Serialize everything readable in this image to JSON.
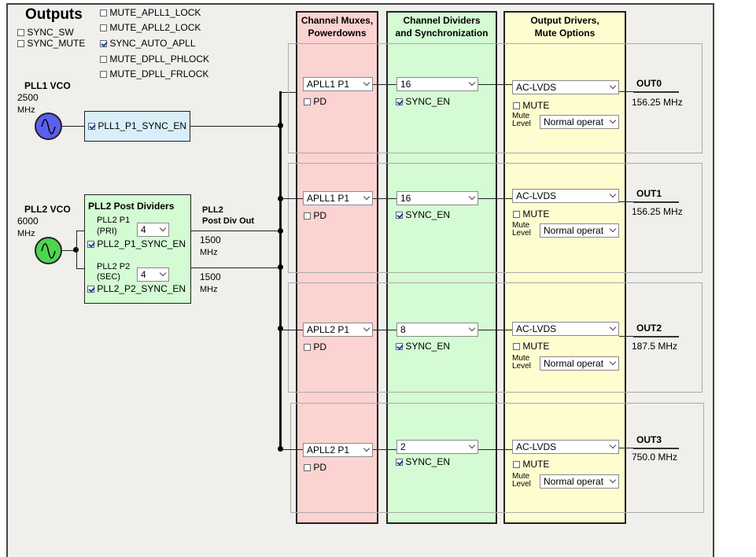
{
  "outputs_title": "Outputs",
  "top_checks": [
    {
      "label": "SYNC_SW",
      "checked": false
    },
    {
      "label": "SYNC_MUTE",
      "checked": false
    }
  ],
  "lock_checks": [
    {
      "label": "MUTE_APLL1_LOCK",
      "checked": false
    },
    {
      "label": "MUTE_APLL2_LOCK",
      "checked": false
    },
    {
      "label": "SYNC_AUTO_APLL",
      "checked": true
    },
    {
      "label": "MUTE_DPLL_PHLOCK",
      "checked": false
    },
    {
      "label": "MUTE_DPLL_FRLOCK",
      "checked": false
    }
  ],
  "pll1": {
    "title": "PLL1 VCO",
    "freq": "2500",
    "unit": "MHz",
    "sync_label": "PLL1_P1_SYNC_EN",
    "sync_checked": true
  },
  "pll2": {
    "title": "PLL2 VCO",
    "freq": "6000",
    "unit": "MHz",
    "post_div_title": "PLL2 Post Dividers",
    "p1_label_line1": "PLL2 P1",
    "p1_label_line2": "(PRI)",
    "p1_value": "4",
    "p1_sync": "PLL2_P1_SYNC_EN",
    "p1_sync_checked": true,
    "p2_label_line1": "PLL2 P2",
    "p2_label_line2": "(SEC)",
    "p2_value": "4",
    "p2_sync": "PLL2_P2_SYNC_EN",
    "p2_sync_checked": true,
    "out_title_line1": "PLL2",
    "out_title_line2": "Post Div Out",
    "out1_freq": "1500",
    "out2_freq": "1500",
    "out_unit": "MHz"
  },
  "columns": {
    "mux_line1": "Channel Muxes,",
    "mux_line2": "Powerdowns",
    "div_line1": "Channel Dividers",
    "div_line2": "and Synchronization",
    "drv_line1": "Output Drivers,",
    "drv_line2": "Mute Options"
  },
  "labels": {
    "pd": "PD",
    "sync_en": "SYNC_EN",
    "mute": "MUTE",
    "mute_level_1": "Mute",
    "mute_level_2": "Level"
  },
  "channels": [
    {
      "mux": "APLL1 P1",
      "pd": false,
      "divider": "16",
      "sync": true,
      "driver": "AC-LVDS",
      "mute": false,
      "mute_level": "Normal operat",
      "out_name": "OUT0",
      "out_freq": "156.25 MHz"
    },
    {
      "mux": "APLL1 P1",
      "pd": false,
      "divider": "16",
      "sync": true,
      "driver": "AC-LVDS",
      "mute": false,
      "mute_level": "Normal operat",
      "out_name": "OUT1",
      "out_freq": "156.25 MHz"
    },
    {
      "mux": "APLL2 P1",
      "pd": false,
      "divider": "8",
      "sync": true,
      "driver": "AC-LVDS",
      "mute": false,
      "mute_level": "Normal operat",
      "out_name": "OUT2",
      "out_freq": "187.5 MHz"
    },
    {
      "mux": "APLL2 P1",
      "pd": false,
      "divider": "2",
      "sync": true,
      "driver": "AC-LVDS",
      "mute": false,
      "mute_level": "Normal operat",
      "out_name": "OUT3",
      "out_freq": "750.0 MHz"
    }
  ],
  "colors": {
    "mux_col": "#fbd3d1",
    "div_col": "#d4fbd3",
    "drv_col": "#fefdd0",
    "pll1_box": "#d9eef9",
    "pll2_box": "#d4fbd3",
    "pll1_vco": "#5b5ff0",
    "pll2_vco": "#4fd44f"
  }
}
